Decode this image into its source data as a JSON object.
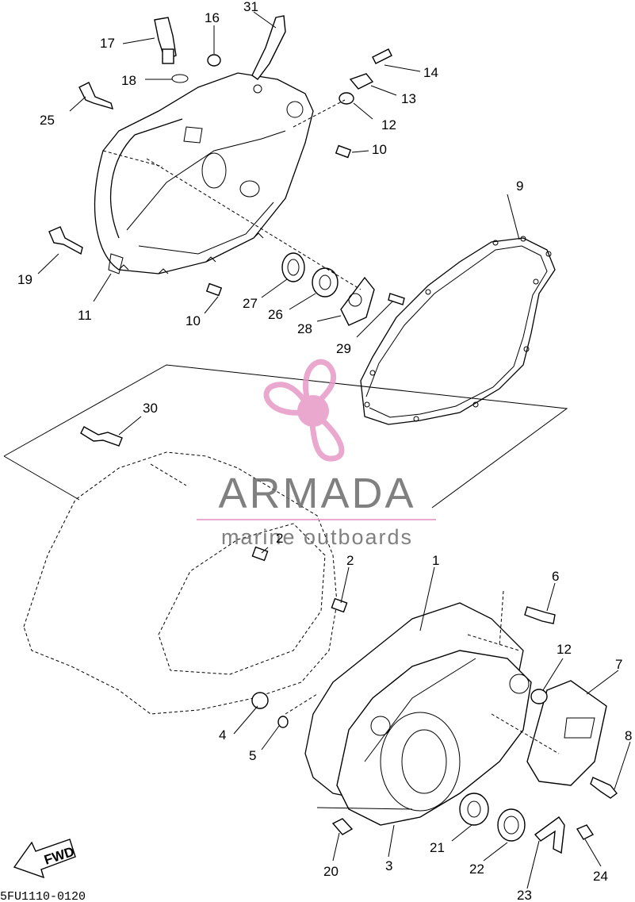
{
  "diagram": {
    "drawing_code": "5FU1110-0120",
    "direction_label": "FWD",
    "watermark": {
      "brand": "ARMADA",
      "tagline": "marine outboards",
      "color": "#e79ac7"
    },
    "callouts": {
      "c1": "1",
      "c2a": "2",
      "c2b": "2",
      "c3": "3",
      "c4": "4",
      "c5": "5",
      "c6": "6",
      "c7": "7",
      "c8": "8",
      "c9": "9",
      "c10a": "10",
      "c10b": "10",
      "c11": "11",
      "c12a": "12",
      "c12b": "12",
      "c13": "13",
      "c14": "14",
      "c16": "16",
      "c17": "17",
      "c18": "18",
      "c19": "19",
      "c20": "20",
      "c21": "21",
      "c22": "22",
      "c23": "23",
      "c24": "24",
      "c25": "25",
      "c26": "26",
      "c27": "27",
      "c28": "28",
      "c29": "29",
      "c30": "30",
      "c31": "31"
    }
  }
}
